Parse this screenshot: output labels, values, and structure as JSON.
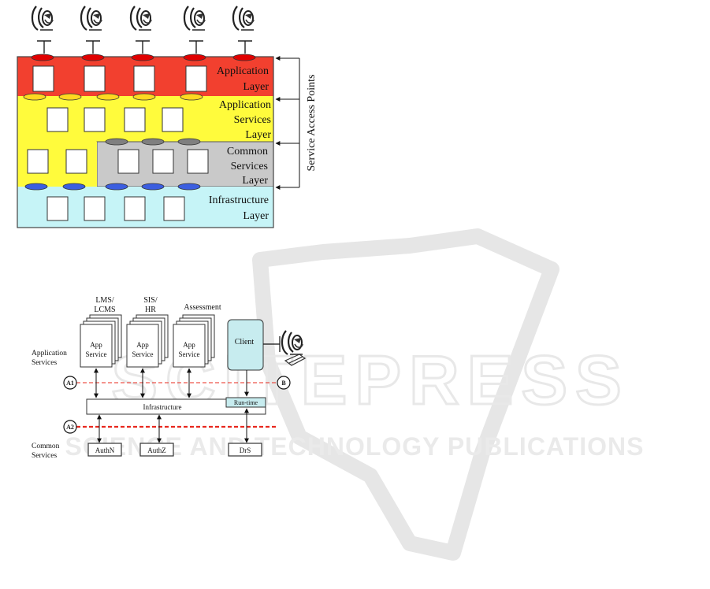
{
  "diagram1": {
    "layers": [
      {
        "label_lines": [
          "Application",
          "Layer"
        ],
        "fill": "#f2402f"
      },
      {
        "label_lines": [
          "Application",
          "Services",
          "Layer"
        ],
        "fill": "#fffb3c"
      },
      {
        "label_lines": [
          "Common",
          "Services",
          "Layer"
        ],
        "fill": "#c9c9c9"
      },
      {
        "label_lines": [
          "Infrastructure",
          "Layer"
        ],
        "fill": "#c6f4f7"
      }
    ],
    "side_label": "Service Access Points",
    "access_point_colors": {
      "red": "#e00000",
      "yellow": "#ffd820",
      "gray": "#7f7f7f",
      "blue": "#3b5ee0"
    },
    "user_icon": "user-at-terminal-icon"
  },
  "diagram2": {
    "service_groups": [
      {
        "heading_lines": [
          "LMS/",
          "LCMS"
        ],
        "card_lines": [
          "App",
          "Service"
        ]
      },
      {
        "heading_lines": [
          "SIS/",
          "HR"
        ],
        "card_lines": [
          "App",
          "Service"
        ]
      },
      {
        "heading_lines": [
          "Assessment"
        ],
        "card_lines": [
          "App",
          "Service"
        ]
      }
    ],
    "client_label": "Client",
    "client_fill": "#c7ecef",
    "left_labels": {
      "application_services_lines": [
        "Application",
        "Services"
      ],
      "common_services_lines": [
        "Common",
        "Services"
      ]
    },
    "markers": {
      "a1": "A1",
      "a2": "A2",
      "b": "B"
    },
    "infrastructure_label": "Infrastructure",
    "runtime_label": "Run-time",
    "common_services": [
      "AuthN",
      "AuthZ",
      "DrS"
    ],
    "dash_color": "#e8281e",
    "user_icon": "user-at-terminal-icon"
  },
  "watermark": {
    "text_large": "SCITEPRESS",
    "text_small": "SCIENCE AND TECHNOLOGY PUBLICATIONS"
  }
}
